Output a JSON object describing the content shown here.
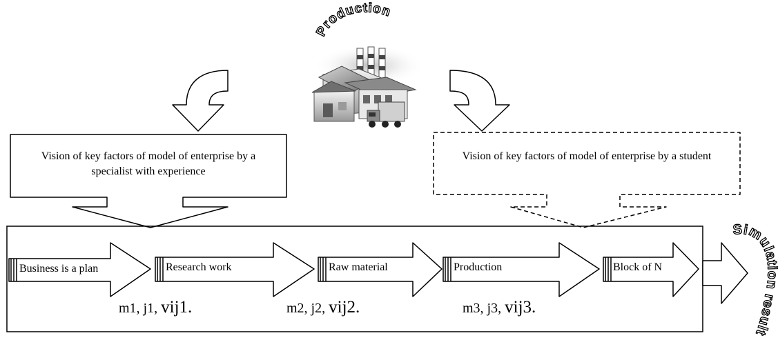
{
  "header": {
    "title": "Production",
    "icon": "factory-icon"
  },
  "callouts": {
    "specialist": "Vision of key factors of model of enterprise by a specialist with experience",
    "student": "Vision of key factors of model of enterprise by a student"
  },
  "steps": [
    {
      "label": "Business is a plan"
    },
    {
      "label": "Research work"
    },
    {
      "label": "Raw material"
    },
    {
      "label": "Production"
    },
    {
      "label": "Block of N"
    }
  ],
  "params": [
    {
      "prefix": "m1, j1, ",
      "big": "vij1."
    },
    {
      "prefix": "m2, j2, ",
      "big": "vij2."
    },
    {
      "prefix": "m3, j3, ",
      "big": "vij3."
    }
  ],
  "result": {
    "label": "Simulation result"
  },
  "colors": {
    "stroke": "#000000",
    "background": "#ffffff"
  }
}
